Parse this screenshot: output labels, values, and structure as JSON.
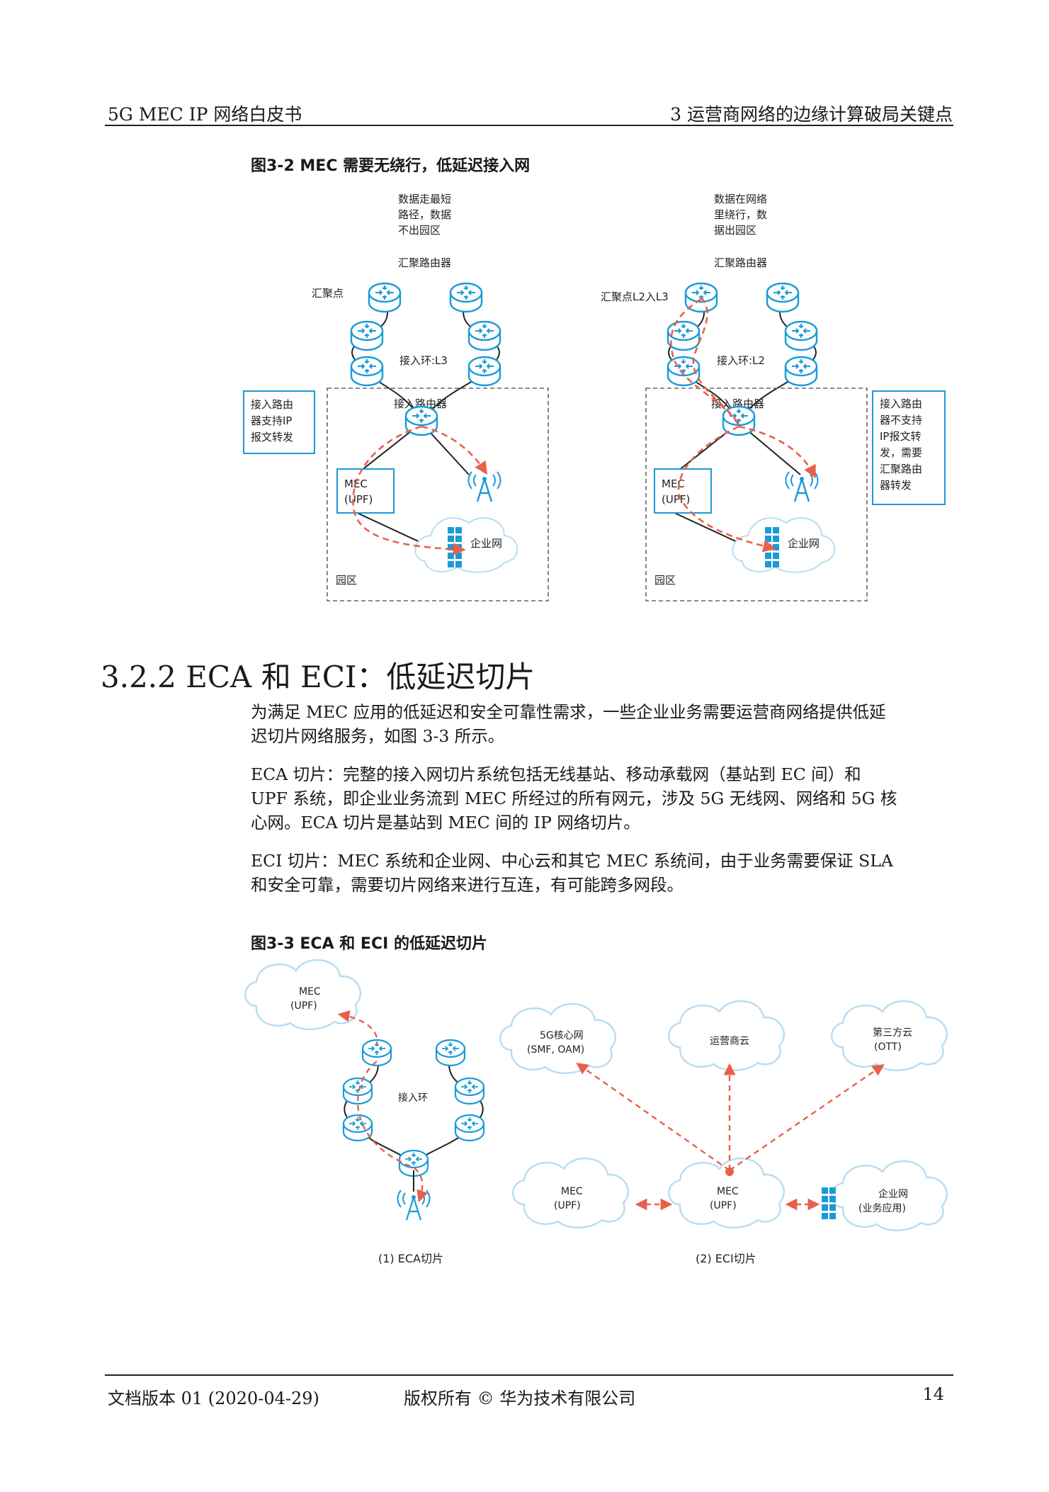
{
  "header": {
    "left": "5G MEC IP 网络白皮书",
    "right": "3  运营商网络的边缘计算破局关键点"
  },
  "figure_3_2": {
    "caption": "图3-2  MEC 需要无绕行，低延迟接入网",
    "left": {
      "note_lines": [
        "数据走最短",
        "路径，数据",
        "不出园区"
      ],
      "agg_router_label": "汇聚路由器",
      "agg_point_label": "汇聚点",
      "ring_label": "接入环:L3",
      "access_router_label": "接入路由器",
      "side_note_lines": [
        "接入路由",
        "器支持IP",
        "报文转发"
      ],
      "mec_lines": [
        "MEC",
        "(UPF)"
      ],
      "enterprise_label": "企业网",
      "campus_label": "园区"
    },
    "right": {
      "note_lines": [
        "数据在网络",
        "里绕行，数",
        "据出园区"
      ],
      "agg_router_label": "汇聚路由器",
      "agg_point_label": "汇聚点L2入L3",
      "ring_label": "接入环:L2",
      "access_router_label": "接入路由器",
      "side_note_lines": [
        "接入路由",
        "器不支持",
        "IP报文转",
        "发，需要",
        "汇聚路由",
        "器转发"
      ],
      "mec_lines": [
        "MEC",
        "(UPF)"
      ],
      "enterprise_label": "企业网",
      "campus_label": "园区"
    }
  },
  "section": {
    "title": "3.2.2 ECA 和 ECI：低延迟切片"
  },
  "paragraphs": [
    [
      "为满足 MEC 应用的低延迟和安全可靠性需求，一些企业业务需要运营商网络提供低延",
      "迟切片网络服务，如图 3-3 所示。"
    ],
    [
      "ECA 切片：完整的接入网切片系统包括无线基站、移动承载网（基站到 EC 间）和",
      "UPF 系统，即企业业务流到 MEC 所经过的所有网元，涉及 5G 无线网、网络和 5G 核",
      "心网。ECA 切片是基站到 MEC 间的 IP 网络切片。"
    ],
    [
      "ECI 切片：MEC 系统和企业网、中心云和其它 MEC 系统间，由于业务需要保证 SLA",
      "和安全可靠，需要切片网络来进行互连，有可能跨多网段。"
    ]
  ],
  "figure_3_3": {
    "caption": "图3-3  ECA 和 ECI 的低延迟切片",
    "eca": {
      "mec_lines": [
        "MEC",
        "(UPF)"
      ],
      "ring_label": "接入环",
      "sub_caption": "(1) ECA切片"
    },
    "eci": {
      "core_lines": [
        "5G核心网",
        "(SMF, OAM)"
      ],
      "operator_cloud": "运营商云",
      "third_party_lines": [
        "第三方云",
        "(OTT)"
      ],
      "mec_left_lines": [
        "MEC",
        "(UPF)"
      ],
      "mec_center_lines": [
        "MEC",
        "(UPF)"
      ],
      "enterprise_lines": [
        "企业网",
        "(业务应用)"
      ],
      "sub_caption": "(2) ECI切片"
    }
  },
  "footer": {
    "left": "文档版本 01 (2020-04-29)",
    "center": "版权所有 © 华为技术有限公司",
    "page": "14"
  },
  "colors": {
    "router_blue": "#1a9bd7",
    "dashed_red": "#e8604c",
    "cloud_border": "#b9dcef"
  }
}
